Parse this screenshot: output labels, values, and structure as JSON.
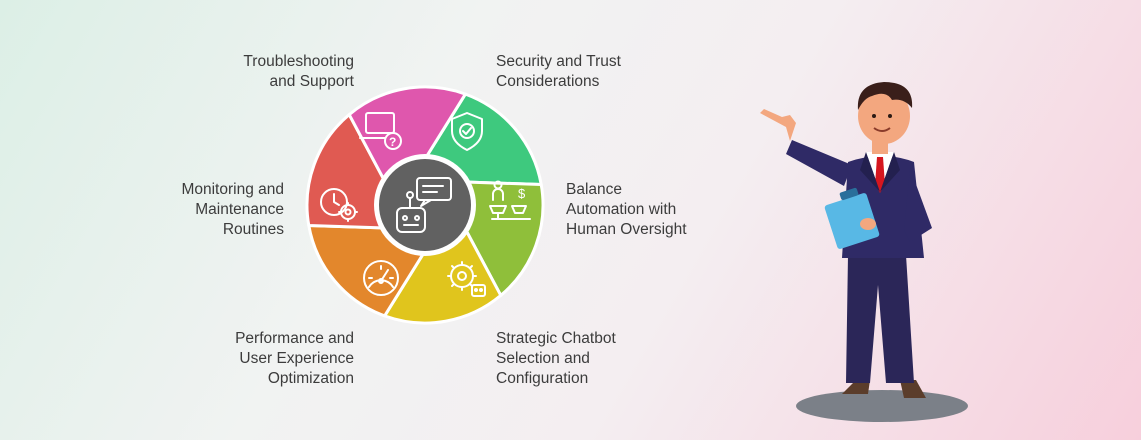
{
  "diagram": {
    "segments": [
      {
        "id": "security",
        "lines": [
          "Security and Trust",
          "Considerations"
        ],
        "color": "#3ec97e",
        "icon": "shield-check-icon"
      },
      {
        "id": "balance",
        "lines": [
          "Balance",
          "Automation with",
          "Human Oversight"
        ],
        "color": "#8fbf3a",
        "icon": "person-scale-icon"
      },
      {
        "id": "strategic",
        "lines": [
          "Strategic Chatbot",
          "Selection and",
          "Configuration"
        ],
        "color": "#e0c51d",
        "icon": "gear-bot-icon"
      },
      {
        "id": "performance",
        "lines": [
          "Performance and",
          "User Experience",
          "Optimization"
        ],
        "color": "#e3872c",
        "icon": "speedometer-icon"
      },
      {
        "id": "monitoring",
        "lines": [
          "Monitoring and",
          "Maintenance",
          "Routines"
        ],
        "color": "#e05a52",
        "icon": "clock-gear-icon"
      },
      {
        "id": "troubleshooting",
        "lines": [
          "Troubleshooting",
          "and Support"
        ],
        "color": "#df57ad",
        "icon": "laptop-question-icon"
      }
    ],
    "center": {
      "icon": "chatbot-icon",
      "color": "#616161"
    }
  }
}
